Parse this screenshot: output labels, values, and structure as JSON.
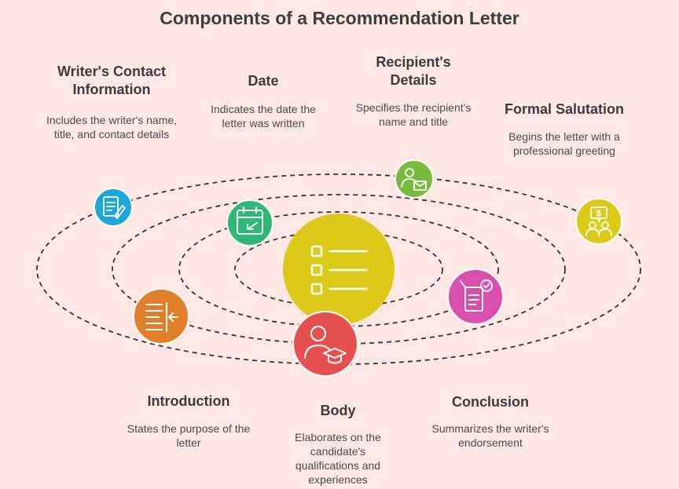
{
  "title": "Components of a Recommendation Letter",
  "components": {
    "writer": {
      "name": "Writer's Contact Information",
      "desc": "Includes the writer's name, title, and contact details",
      "icon": "contact-document-icon",
      "color": "#1fa6d8"
    },
    "date": {
      "name": "Date",
      "desc": "Indicates the date the letter was written",
      "icon": "calendar-icon",
      "color": "#2fb875"
    },
    "recipient": {
      "name": "Recipient's Details",
      "desc": "Specifies the recipient's name and title",
      "icon": "person-mail-icon",
      "color": "#79bb3e"
    },
    "salutation": {
      "name": "Formal Salutation",
      "desc": "Begins the letter with a professional greeting",
      "icon": "greeting-people-icon",
      "color": "#dcc91a"
    },
    "introduction": {
      "name": "Introduction",
      "desc": "States the purpose of the letter",
      "icon": "align-right-arrow-icon",
      "color": "#e07e2a"
    },
    "body": {
      "name": "Body",
      "desc": "Elaborates on the candidate's qualifications and experiences",
      "icon": "graduate-icon",
      "color": "#e55050"
    },
    "conclusion": {
      "name": "Conclusion",
      "desc": "Summarizes the writer's endorsement",
      "icon": "checklist-document-icon",
      "color": "#d94fae"
    }
  },
  "center": {
    "icon": "checklist-icon",
    "color": "#dcc91a"
  }
}
